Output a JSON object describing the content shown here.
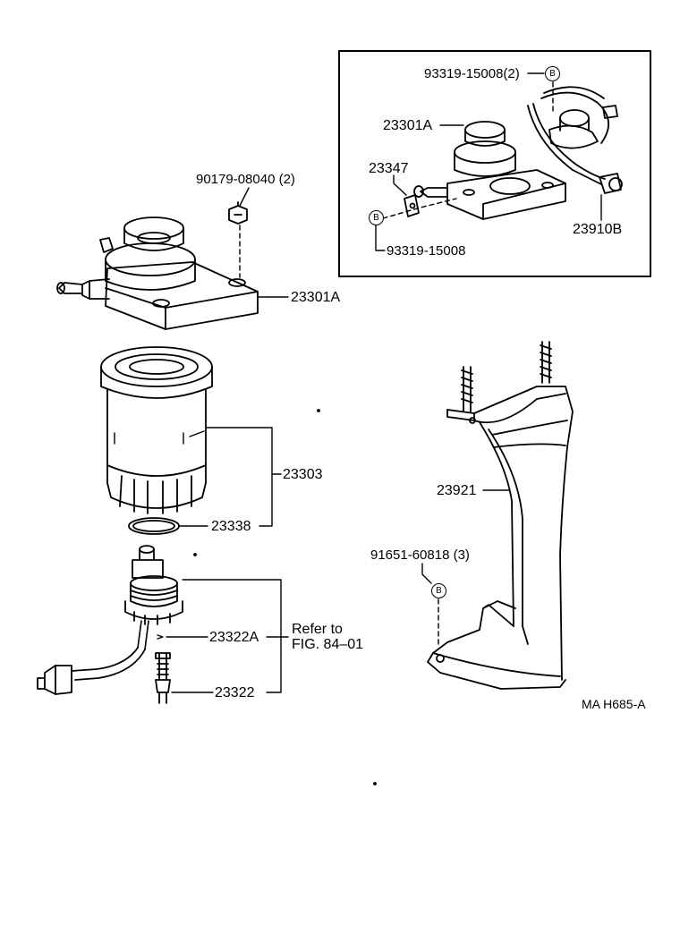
{
  "labels": {
    "bolt_90179": "90179-08040 (2)",
    "housing_main": "23301A",
    "filter_element": "23303",
    "gasket": "23338",
    "part_23322A": "23322A",
    "part_23322": "23322",
    "refer_line1": "Refer to",
    "refer_line2": "FIG. 84–01",
    "bracket": "23921",
    "bolt_91651": "91651-60818 (3)",
    "inset_bolt_top": "93319-15008(2)",
    "inset_housing": "23301A",
    "inset_part_23347": "23347",
    "inset_bolt_bottom": "93319-15008",
    "inset_wire": "23910B",
    "figure_code": "MA  H685-A"
  },
  "badge_letter": "B"
}
